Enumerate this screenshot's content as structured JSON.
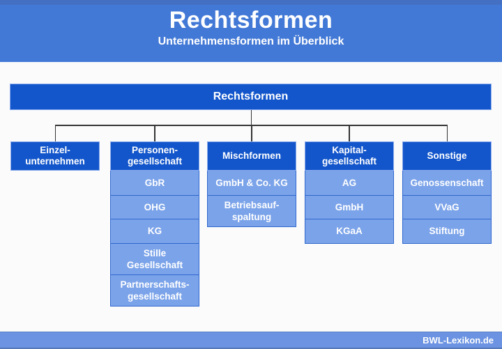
{
  "header": {
    "title": "Rechtsformen",
    "subtitle": "Unternehmensformen im Überblick"
  },
  "diagram": {
    "root_label": "Rechtsformen",
    "branches": [
      {
        "label": "Einzel-\nunternehmen",
        "children": []
      },
      {
        "label": "Personen-\ngesellschaft",
        "children": [
          "GbR",
          "OHG",
          "KG",
          "Stille\nGesellschaft",
          "Partnerschafts-\ngesellschaft"
        ]
      },
      {
        "label": "Mischformen",
        "children": [
          "GmbH & Co. KG",
          "Betriebsauf-\nspaltung"
        ]
      },
      {
        "label": "Kapital-\ngesellschaft",
        "children": [
          "AG",
          "GmbH",
          "KGaA"
        ]
      },
      {
        "label": "Sonstige",
        "children": [
          "Genossenschaft",
          "VVaG",
          "Stiftung"
        ]
      }
    ]
  },
  "footer": {
    "brand": "BWL-Lexikon.de"
  },
  "colors": {
    "header_blue": "#4379d6",
    "node_dark_blue": "#1356cb",
    "node_light_blue": "#7ba3e9",
    "node_border_blue": "#2f67cd",
    "footer_blue": "#6b93e2",
    "connector": "#333333"
  }
}
